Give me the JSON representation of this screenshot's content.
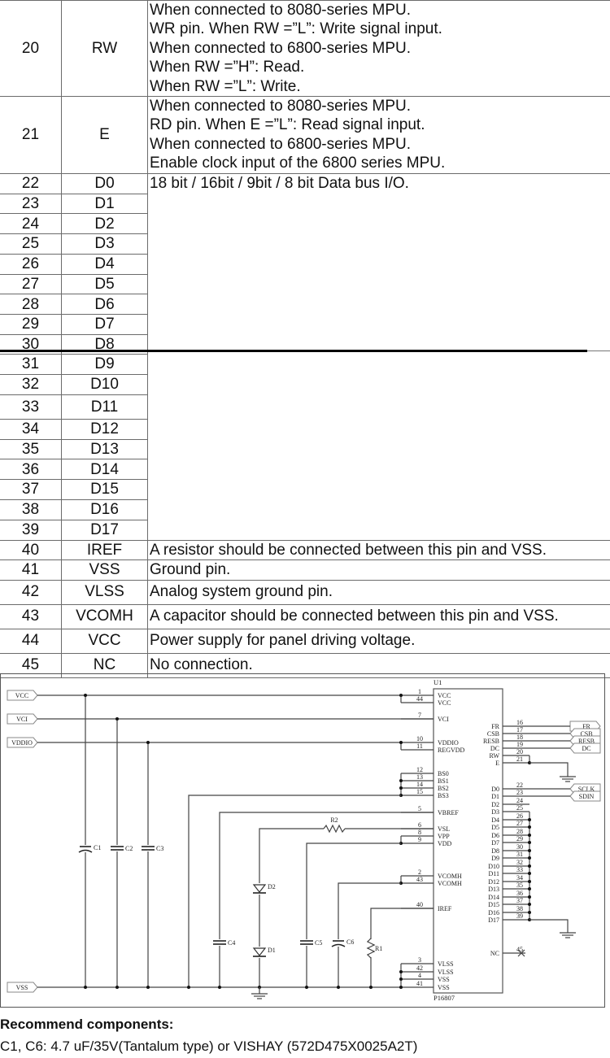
{
  "pins": [
    {
      "num": "20",
      "signal": "RW",
      "desc": [
        "When connected to 8080-series MPU.",
        "WR pin. When RW =”L”: Write signal input.",
        "When connected to 6800-series MPU.",
        "When RW =”H”: Read.",
        "When RW =”L”: Write."
      ]
    },
    {
      "num": "21",
      "signal": "E",
      "desc": [
        "When connected to 8080-series MPU.",
        "RD pin. When E =”L”: Read signal input.",
        "When connected to 6800-series MPU.",
        "Enable clock input of the 6800 series MPU."
      ]
    },
    {
      "num": "22",
      "signal": "D0"
    },
    {
      "num": "23",
      "signal": "D1"
    },
    {
      "num": "24",
      "signal": "D2"
    },
    {
      "num": "25",
      "signal": "D3"
    },
    {
      "num": "26",
      "signal": "D4"
    },
    {
      "num": "27",
      "signal": "D5"
    },
    {
      "num": "28",
      "signal": "D6"
    },
    {
      "num": "29",
      "signal": "D7"
    },
    {
      "num": "30",
      "signal": "D8"
    },
    {
      "num": "31",
      "signal": "D9"
    },
    {
      "num": "32",
      "signal": "D10"
    },
    {
      "num": "33",
      "signal": "D11"
    },
    {
      "num": "34",
      "signal": "D12"
    },
    {
      "num": "35",
      "signal": "D13"
    },
    {
      "num": "36",
      "signal": "D14"
    },
    {
      "num": "37",
      "signal": "D15"
    },
    {
      "num": "38",
      "signal": "D16"
    },
    {
      "num": "39",
      "signal": "D17"
    },
    {
      "num": "40",
      "signal": "IREF",
      "desc": [
        "A resistor should be connected between this pin and VSS."
      ]
    },
    {
      "num": "41",
      "signal": "VSS",
      "desc": [
        "Ground pin."
      ]
    },
    {
      "num": "42",
      "signal": "VLSS",
      "desc": [
        "Analog system ground pin."
      ]
    },
    {
      "num": "43",
      "signal": "VCOMH",
      "desc": [
        "A capacitor should be connected between this pin and VSS."
      ]
    },
    {
      "num": "44",
      "signal": "VCC",
      "desc": [
        "Power supply for panel driving voltage."
      ]
    },
    {
      "num": "45",
      "signal": "NC",
      "desc": [
        "No connection."
      ]
    }
  ],
  "data_bus_desc": "18 bit / 16bit / 9bit / 8 bit Data bus I/O.",
  "schematic": {
    "ports_left": [
      "VCC",
      "VCI",
      "VDDIO",
      "VSS"
    ],
    "ports_right": [
      "FR",
      "CSB",
      "RESB",
      "DC",
      "SCLK",
      "SDIN"
    ],
    "chip_ref": "U1",
    "chip_part": "P16807",
    "left_pins": [
      {
        "n": "1",
        "name": "VCC"
      },
      {
        "n": "44",
        "name": "VCC"
      },
      {
        "n": "7",
        "name": "VCI"
      },
      {
        "n": "10",
        "name": "VDDIO"
      },
      {
        "n": "11",
        "name": "REGVDD"
      },
      {
        "n": "12",
        "name": "BS0"
      },
      {
        "n": "13",
        "name": "BS1"
      },
      {
        "n": "14",
        "name": "BS2"
      },
      {
        "n": "15",
        "name": "BS3"
      },
      {
        "n": "5",
        "name": "VBREF"
      },
      {
        "n": "6",
        "name": "VSL"
      },
      {
        "n": "8",
        "name": "VPP"
      },
      {
        "n": "9",
        "name": "VDD"
      },
      {
        "n": "2",
        "name": "VCOMH"
      },
      {
        "n": "43",
        "name": "VCOMH"
      },
      {
        "n": "40",
        "name": "IREF"
      },
      {
        "n": "3",
        "name": "VLSS"
      },
      {
        "n": "42",
        "name": "VLSS"
      },
      {
        "n": "4",
        "name": "VSS"
      },
      {
        "n": "41",
        "name": "VSS"
      }
    ],
    "right_pins": [
      {
        "n": "16",
        "name": "FR"
      },
      {
        "n": "17",
        "name": "CSB"
      },
      {
        "n": "18",
        "name": "RESB"
      },
      {
        "n": "19",
        "name": "DC"
      },
      {
        "n": "20",
        "name": "RW"
      },
      {
        "n": "21",
        "name": "E"
      },
      {
        "n": "22",
        "name": "D0"
      },
      {
        "n": "23",
        "name": "D1"
      },
      {
        "n": "24",
        "name": "D2"
      },
      {
        "n": "25",
        "name": "D3"
      },
      {
        "n": "26",
        "name": "D4"
      },
      {
        "n": "27",
        "name": "D5"
      },
      {
        "n": "28",
        "name": "D6"
      },
      {
        "n": "29",
        "name": "D7"
      },
      {
        "n": "30",
        "name": "D8"
      },
      {
        "n": "31",
        "name": "D9"
      },
      {
        "n": "32",
        "name": "D10"
      },
      {
        "n": "33",
        "name": "D11"
      },
      {
        "n": "34",
        "name": "D12"
      },
      {
        "n": "35",
        "name": "D13"
      },
      {
        "n": "36",
        "name": "D14"
      },
      {
        "n": "37",
        "name": "D15"
      },
      {
        "n": "38",
        "name": "D16"
      },
      {
        "n": "39",
        "name": "D17"
      },
      {
        "n": "45",
        "name": "NC"
      }
    ],
    "components": [
      "C1",
      "C2",
      "C3",
      "C4",
      "C5",
      "C6",
      "R1",
      "R2",
      "D1",
      "D2"
    ]
  },
  "recommend": {
    "title": "Recommend components:",
    "line1": "C1, C6: 4.7 uF/35V(Tantalum type) or VISHAY (572D475X0025A2T)"
  }
}
